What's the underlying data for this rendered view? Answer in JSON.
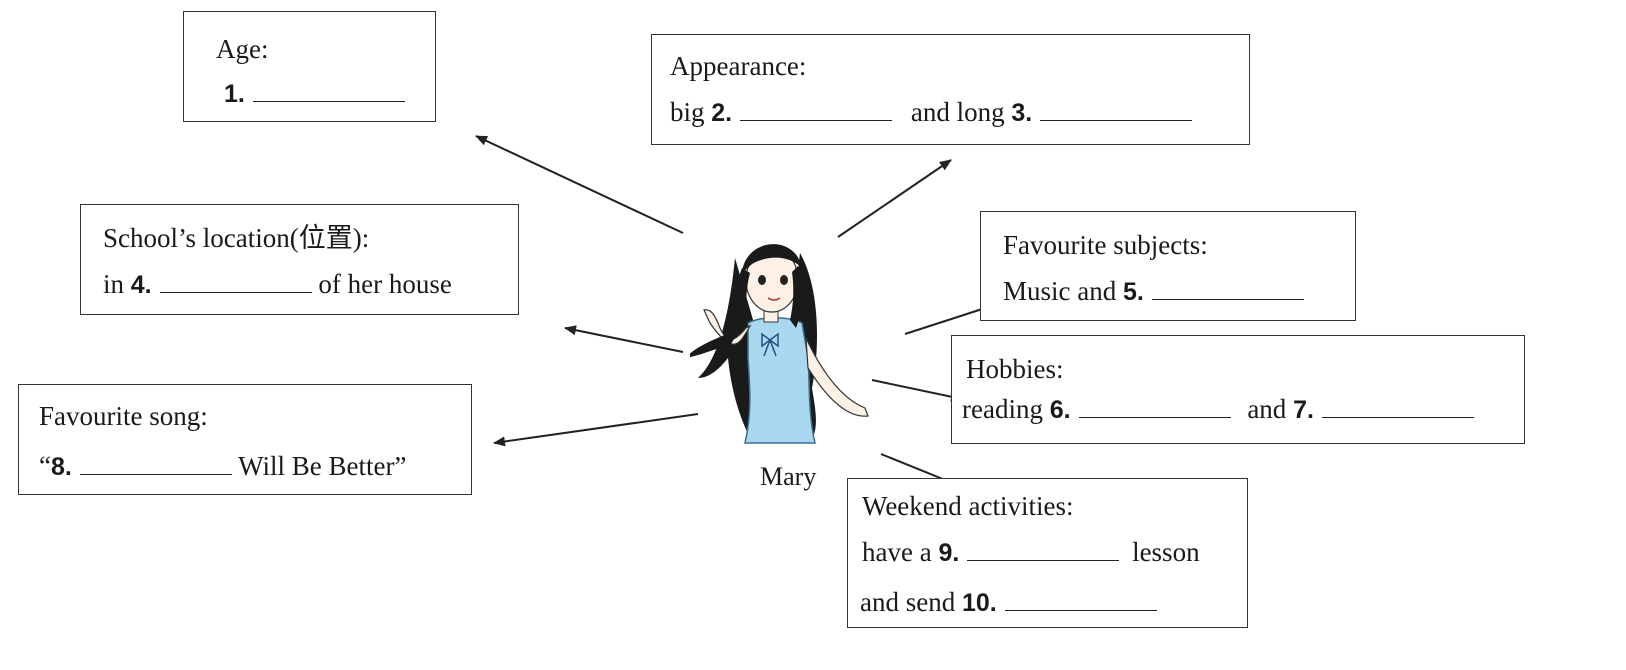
{
  "center": {
    "name": "Mary"
  },
  "boxes": {
    "age": {
      "title": "Age:",
      "num1": "1."
    },
    "appearance": {
      "title": "Appearance:",
      "pre": "big",
      "num1": "2.",
      "mid": "and long",
      "num2": "3."
    },
    "school": {
      "title": "School’s location(位置):",
      "pre": "in",
      "num1": "4.",
      "post": "of her house"
    },
    "subjects": {
      "title": "Favourite subjects:",
      "pre": "Music and",
      "num1": "5."
    },
    "hobbies": {
      "title": "Hobbies:",
      "pre": "reading",
      "num1": "6.",
      "mid": "and",
      "num2": "7."
    },
    "song": {
      "title": "Favourite song:",
      "open": "“",
      "num1": "8.",
      "post": "Will Be Better”"
    },
    "weekend": {
      "title": "Weekend activities:",
      "pre1": "have a",
      "num1": "9.",
      "post1": "lesson",
      "pre2": "and send",
      "num2": "10."
    }
  },
  "colors": {
    "dress": "#a9d8f0",
    "hair": "#1a1a1a",
    "border": "#333333"
  }
}
